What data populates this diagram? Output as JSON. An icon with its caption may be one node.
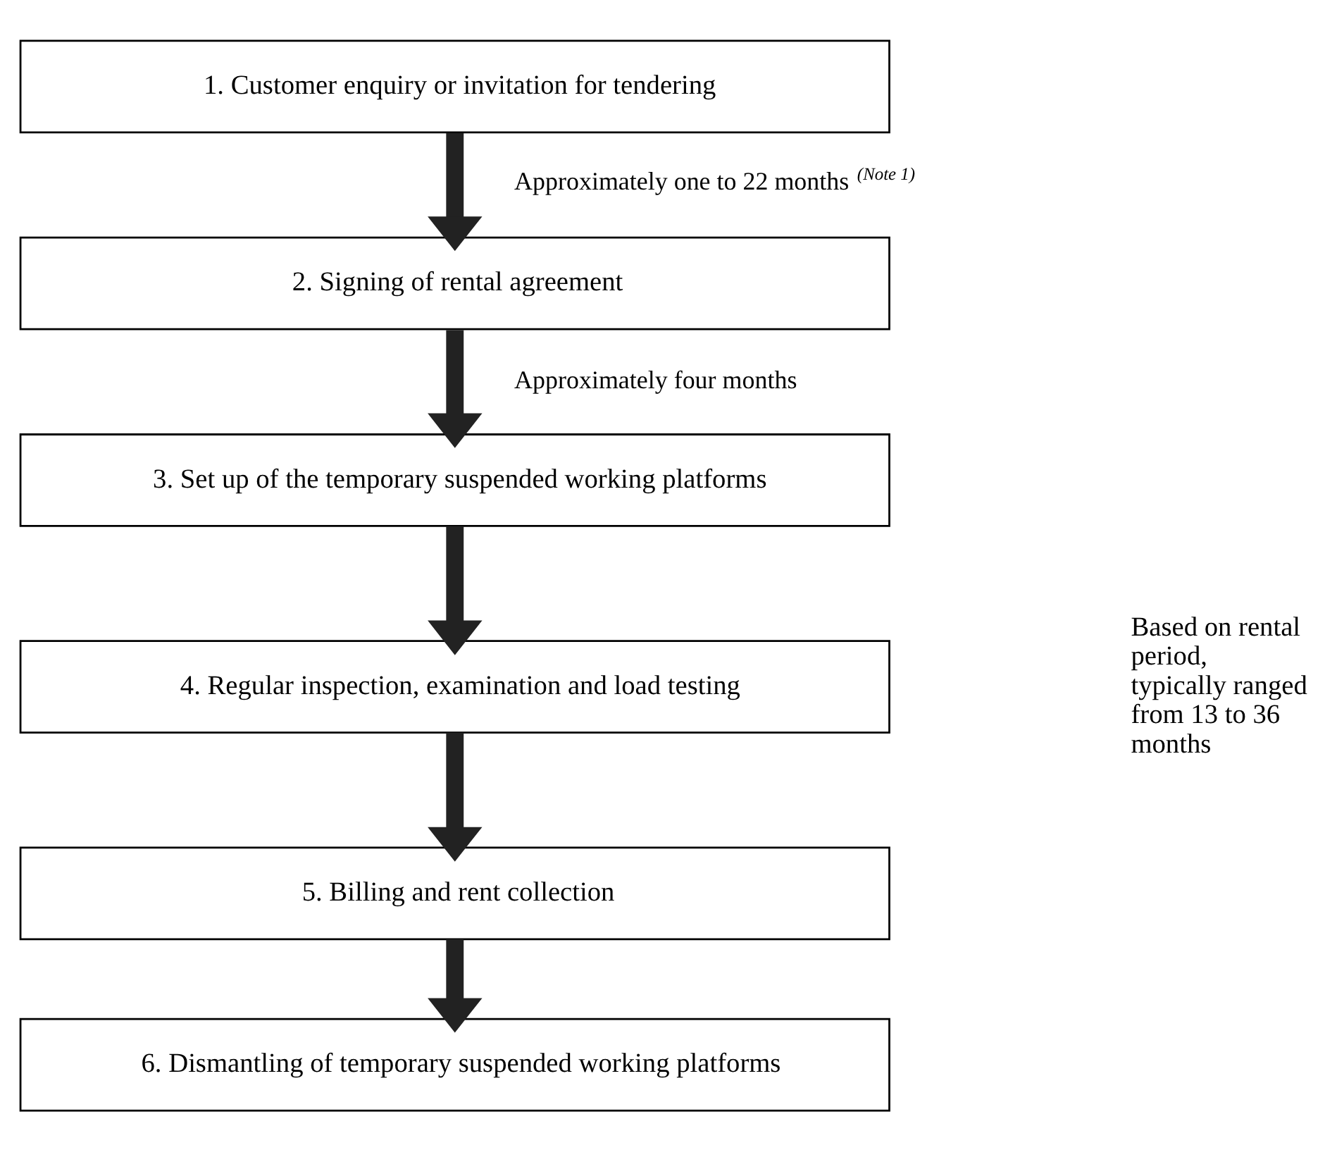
{
  "diagram": {
    "nodes": [
      {
        "text": [
          "1. Customer enquiry or invitation for tendering"
        ]
      },
      {
        "text": [
          "2. Signing of rental agreement"
        ]
      },
      {
        "text": [
          "3. Set up of the temporary suspended working platforms"
        ]
      },
      {
        "text": [
          "4. Regular inspection, examination and load testing"
        ]
      },
      {
        "text": [
          "5. Billing and rent collection"
        ]
      },
      {
        "text": [
          "6. Dismantling of temporary suspended working platforms"
        ]
      }
    ],
    "edges": [
      {
        "from": 0,
        "to": 1,
        "arrow": "to",
        "label": "Approximately one to 22 months$^{(Note 1)}$"
      },
      {
        "from": 1,
        "to": 2,
        "arrow": "to",
        "label": "Approximately four months"
      },
      {
        "from": 2,
        "to": 3,
        "arrow": "to"
      },
      {
        "from": 3,
        "to": 4,
        "arrow": "to"
      },
      {
        "from": 4,
        "to": 5,
        "arrow": "to"
      }
    ],
    "labels": [
      "Based on rental period, typically ranged from 13 to 36 months"
    ]
  }
}
